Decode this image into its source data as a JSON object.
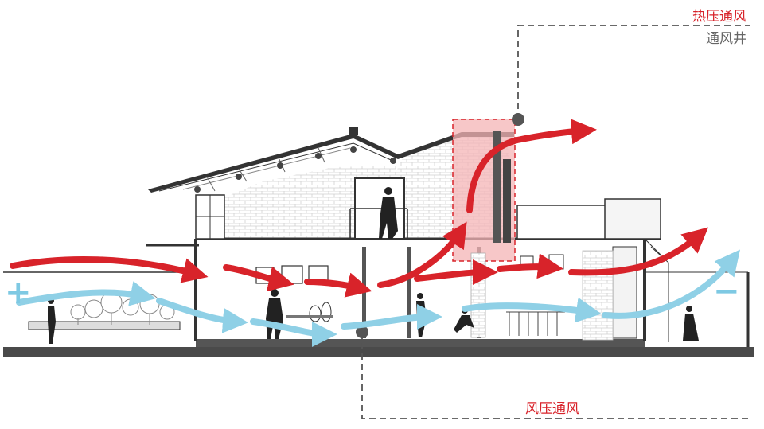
{
  "labels": {
    "thermal_ventilation": "热压通风",
    "ventilation_shaft": "通风井",
    "wind_ventilation": "风压通风"
  },
  "pressure_signs": {
    "positive": "+",
    "negative": "−"
  },
  "colors": {
    "warm_air_arrow": "#d8232a",
    "cool_air_arrow": "#8fd0e6",
    "shaft_highlight": "#f4b4b6",
    "structure": "#333333",
    "label_gray": "#666666"
  },
  "icons": [
    "person-silhouette",
    "tree",
    "picture-frame",
    "vase",
    "dining-chair",
    "marker-dot"
  ]
}
